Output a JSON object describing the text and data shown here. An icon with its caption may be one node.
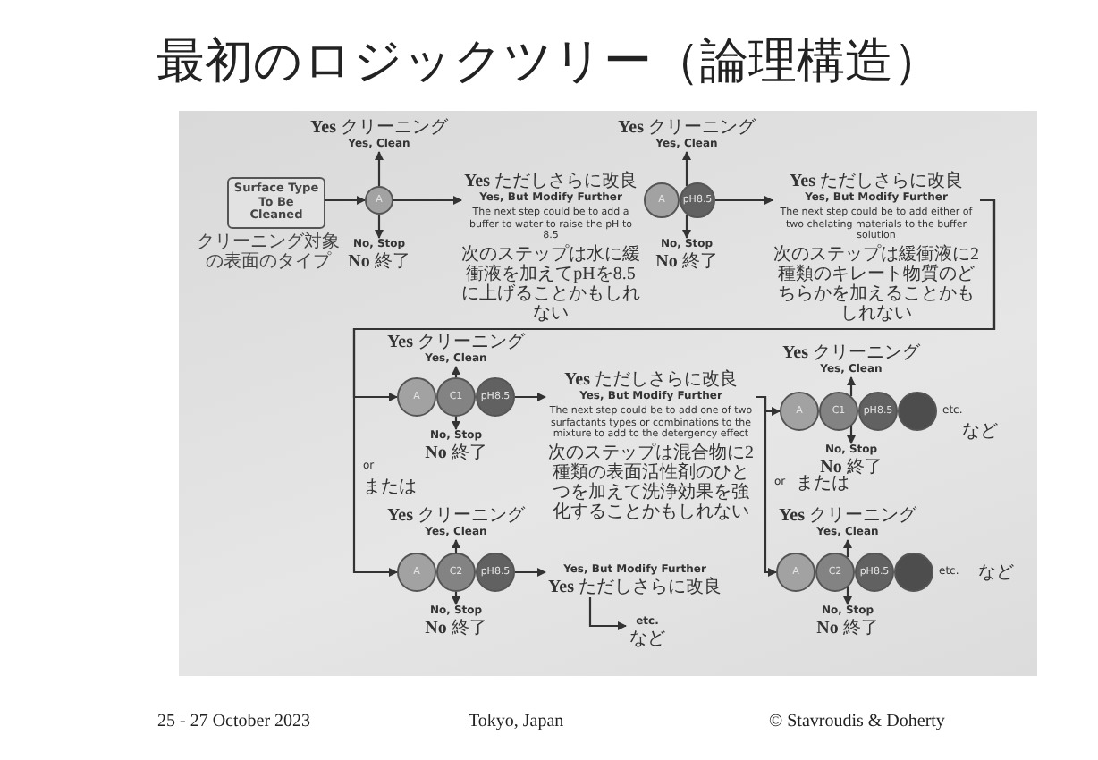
{
  "diagram": {
    "title": "最初のロジックツリー（論理構造）",
    "nodes": [
      {
        "text": [
          "Surface Type To Be Cleaned"
        ],
        "beside": [
          "クリーニング対象の表面のタイプ"
        ]
      },
      {
        "text": [
          "A"
        ]
      },
      {
        "text": [
          "**Yes** クリーニング",
          "Yes, Clean"
        ]
      },
      {
        "text": [
          "No, Stop",
          "**No** 終了"
        ]
      },
      {
        "text": [
          "**Yes** ただしさらに改良",
          "Yes, But Modify Further",
          "The next step could be to add a buffer to water to raise the pH to 8.5",
          "次のステップは水に緩衝液を加えてpHを8.5に上げることかもしれない"
        ]
      },
      {
        "text": [
          "A"
        ]
      },
      {
        "text": [
          "pH8.5"
        ]
      },
      {
        "text": [
          "**Yes** クリーニング",
          "Yes, Clean"
        ]
      },
      {
        "text": [
          "No, Stop",
          "**No** 終了"
        ]
      },
      {
        "text": [
          "**Yes** ただしさらに改良",
          "Yes, But Modify Further",
          "The next step could be to add either of two chelating materials to the buffer solution",
          "次のステップは緩衝液に2種類のキレート物質のどちらかを加えることかもしれない"
        ]
      },
      {
        "text": [
          "A"
        ]
      },
      {
        "text": [
          "C1"
        ]
      },
      {
        "text": [
          "pH8.5"
        ]
      },
      {
        "text": [
          "**Yes** クリーニング",
          "Yes, Clean"
        ]
      },
      {
        "text": [
          "No, Stop",
          "**No** 終了"
        ]
      },
      {
        "text": [
          "A"
        ]
      },
      {
        "text": [
          "C2"
        ]
      },
      {
        "text": [
          "pH8.5"
        ]
      },
      {
        "text": [
          "**Yes** クリーニング",
          "Yes, Clean"
        ]
      },
      {
        "text": [
          "No, Stop",
          "**No** 終了"
        ]
      },
      {
        "text": [
          "**Yes** ただしさらに改良",
          "Yes, But Modify Further",
          "The next step could be to add one of two surfactants types or combinations to the mixture to add to the detergency effect",
          "次のステップは混合物に2種類の表面活性剤のひとつを加えて洗浄効果を強化することかもしれない"
        ]
      },
      {
        "text": [
          "Yes, But Modify Further",
          "**Yes** ただしさらに改良"
        ]
      },
      {
        "text": [
          "etc.",
          "など"
        ]
      },
      {
        "text": [
          "A"
        ]
      },
      {
        "text": [
          "C1"
        ]
      },
      {
        "text": [
          "pH8.5"
        ]
      },
      {
        "text": [],
        "shape": "circle",
        "beside": [
          "etc.",
          "など"
        ]
      },
      {
        "text": [
          "**Yes** クリーニング",
          "Yes, Clean"
        ]
      },
      {
        "text": [
          "No, Stop",
          "**No** 終了"
        ]
      },
      {
        "text": [
          "A"
        ]
      },
      {
        "text": [
          "C2"
        ]
      },
      {
        "text": [
          "pH8.5"
        ]
      },
      {
        "text": [],
        "shape": "circle",
        "beside": [
          "etc.",
          "など"
        ]
      },
      {
        "text": [
          "**Yes** クリーニング",
          "Yes, Clean"
        ]
      },
      {
        "text": [
          "No, Stop",
          "**No** 終了"
        ]
      }
    ],
    "edges": [
      {
        "from": 0,
        "to": 1,
        "arrow": "to"
      },
      {
        "from": 1,
        "to": 2,
        "arrow": "to"
      },
      {
        "from": 1,
        "to": 3,
        "arrow": "to"
      },
      {
        "from": 1,
        "to": 4,
        "arrow": "to"
      },
      {
        "from": 6,
        "to": 7,
        "arrow": "to"
      },
      {
        "from": 6,
        "to": 8,
        "arrow": "to"
      },
      {
        "from": 6,
        "to": 9,
        "arrow": "to"
      },
      {
        "from": 9,
        "to": 10,
        "arrow": "to"
      },
      {
        "from": 9,
        "to": 15,
        "arrow": "to"
      },
      {
        "from": 11,
        "to": 13,
        "arrow": "to"
      },
      {
        "from": 11,
        "to": 14,
        "arrow": "to"
      },
      {
        "from": 12,
        "to": 20,
        "arrow": "to"
      },
      {
        "from": 16,
        "to": 18,
        "arrow": "to"
      },
      {
        "from": 16,
        "to": 19,
        "arrow": "to"
      },
      {
        "from": 17,
        "to": 21,
        "arrow": "to"
      },
      {
        "from": 21,
        "to": 22,
        "arrow": "to"
      },
      {
        "from": 20,
        "to": 23,
        "arrow": "to"
      },
      {
        "from": 20,
        "to": 29,
        "arrow": "to"
      },
      {
        "from": 24,
        "to": 27,
        "arrow": "to"
      },
      {
        "from": 24,
        "to": 28,
        "arrow": "to"
      },
      {
        "from": 30,
        "to": 33,
        "arrow": "to"
      },
      {
        "from": 30,
        "to": 34,
        "arrow": "to"
      }
    ],
    "labels": [
      "or",
      "または",
      "or",
      "または",
      "25 - 27 October 2023",
      "Tokyo, Japan",
      "© Stavroudis & Doherty"
    ]
  }
}
